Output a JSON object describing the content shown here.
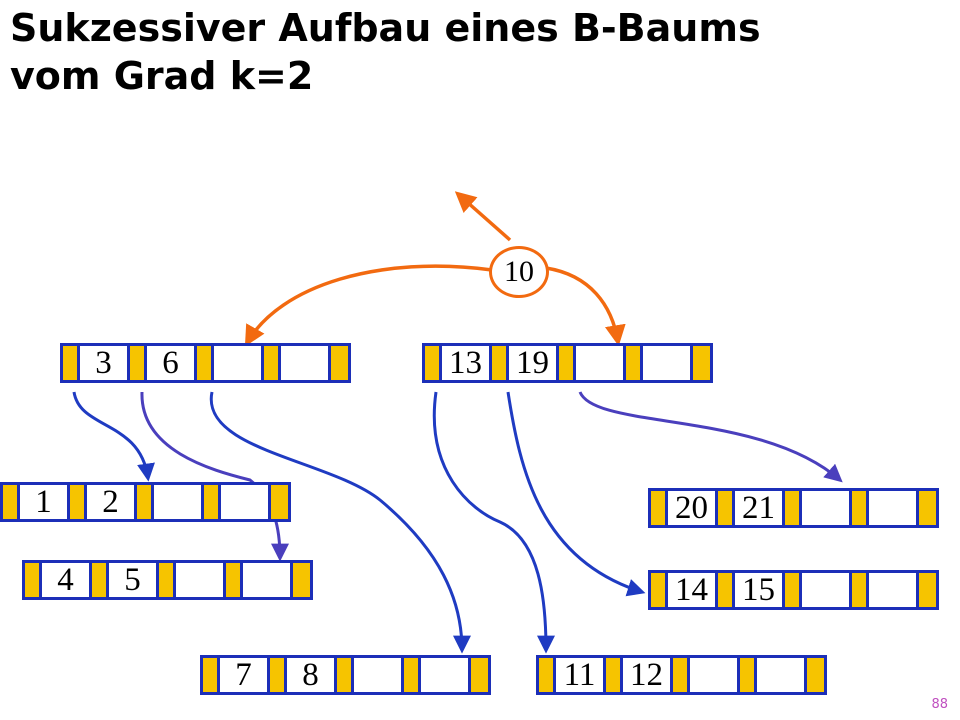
{
  "title": {
    "line1": "Sukzessiver Aufbau eines B-Baums",
    "line2": "vom Grad k=2"
  },
  "root_key": "10",
  "nodes": {
    "n36": {
      "k1": "3",
      "k2": "6",
      "k3": "",
      "k4": ""
    },
    "n1319": {
      "k1": "13",
      "k2": "19",
      "k3": "",
      "k4": ""
    },
    "n12": {
      "k1": "1",
      "k2": "2",
      "k3": "",
      "k4": ""
    },
    "n45": {
      "k1": "4",
      "k2": "5",
      "k3": "",
      "k4": ""
    },
    "n78": {
      "k1": "7",
      "k2": "8",
      "k3": "",
      "k4": ""
    },
    "n1112": {
      "k1": "11",
      "k2": "12",
      "k3": "",
      "k4": ""
    },
    "n2021": {
      "k1": "20",
      "k2": "21",
      "k3": "",
      "k4": ""
    },
    "n1415": {
      "k1": "14",
      "k2": "15",
      "k3": "",
      "k4": ""
    }
  },
  "colors": {
    "pointer_fill": "#f6c400",
    "node_border": "#1c2fb8",
    "root_arrow": "#f26a10",
    "child_arrow": "#1f3bc2",
    "child_arrow_alt": "#4a3fbd",
    "page_number": "#c050c0"
  },
  "page_number": "88"
}
